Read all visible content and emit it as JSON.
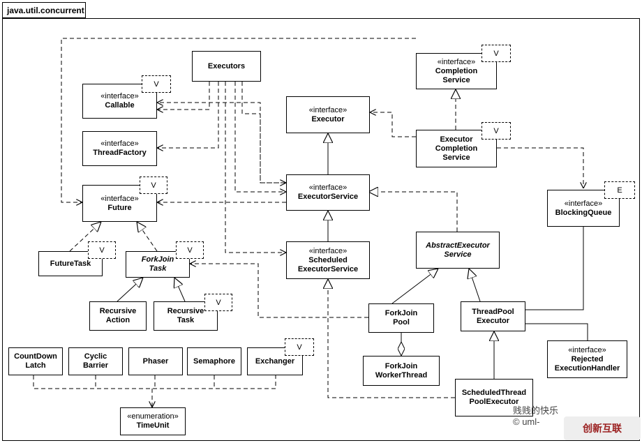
{
  "package": {
    "name": "java.util.concurrent"
  },
  "boxes": {
    "executors": {
      "name": "Executors"
    },
    "callable": {
      "stereotype": "«interface»",
      "name": "Callable"
    },
    "threadfactory": {
      "stereotype": "«interface»",
      "name": "ThreadFactory"
    },
    "future": {
      "stereotype": "«interface»",
      "name": "Future"
    },
    "futuretask": {
      "name": "FutureTask"
    },
    "forkjointask": {
      "name": "ForkJoin\nTask"
    },
    "recursiveaction": {
      "name": "Recursive\nAction"
    },
    "recursivetask": {
      "name": "Recursive\nTask"
    },
    "executor": {
      "stereotype": "«interface»",
      "name": "Executor"
    },
    "executorservice": {
      "stereotype": "«interface»",
      "name": "ExecutorService"
    },
    "scheduledexecutorservice": {
      "stereotype": "«interface»",
      "name": "Scheduled\nExecutorService"
    },
    "completionservice": {
      "stereotype": "«interface»",
      "name": "Completion\nService"
    },
    "executorcompletionservice": {
      "name": "Executor\nCompletion\nService"
    },
    "blockingqueue": {
      "stereotype": "«interface»",
      "name": "BlockingQueue"
    },
    "abstractexecutorservice": {
      "name": "AbstractExecutor\nService"
    },
    "forkjoinpool": {
      "name": "ForkJoin\nPool"
    },
    "threadpoolexecutor": {
      "name": "ThreadPool\nExecutor"
    },
    "forkjoinworkerthread": {
      "name": "ForkJoin\nWorkerThread"
    },
    "rejectedexecutionhandler": {
      "stereotype": "«interface»",
      "name": "Rejected\nExecutionHandler"
    },
    "scheduledthreadpoolexecutor": {
      "name": "ScheduledThread\nPoolExecutor"
    },
    "countdownlatch": {
      "name": "CountDown\nLatch"
    },
    "cyclicbarrier": {
      "name": "Cyclic\nBarrier"
    },
    "phaser": {
      "name": "Phaser"
    },
    "semaphore": {
      "name": "Semaphore"
    },
    "exchanger": {
      "name": "Exchanger"
    },
    "timeunit": {
      "stereotype": "«enumeration»",
      "name": "TimeUnit"
    }
  },
  "templates": {
    "callable": "V",
    "future": "V",
    "futuretask": "V",
    "forkjointask": "V",
    "recursivetask": "V",
    "completionservice": "V",
    "executorcompletionservice": "V",
    "blockingqueue": "E",
    "exchanger": "V"
  },
  "watermark": {
    "line1": "贱贱的快乐",
    "line2": "© uml-",
    "logo": "创新互联"
  }
}
